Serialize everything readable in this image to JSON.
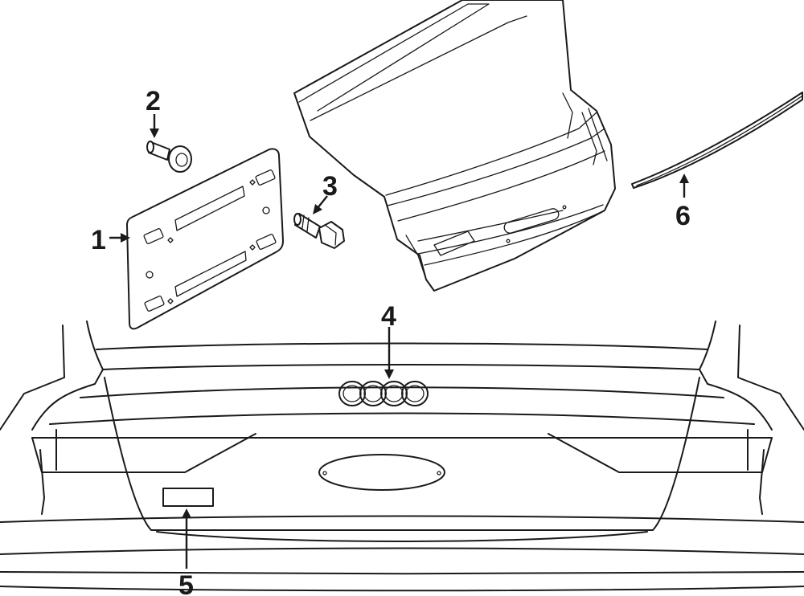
{
  "diagram": {
    "callouts": [
      {
        "id": "1",
        "label": "1",
        "part": "license-plate-bracket"
      },
      {
        "id": "2",
        "label": "2",
        "part": "bracket-screw"
      },
      {
        "id": "3",
        "label": "3",
        "part": "bracket-bolt"
      },
      {
        "id": "4",
        "label": "4",
        "part": "rings-emblem"
      },
      {
        "id": "5",
        "label": "5",
        "part": "model-badge"
      },
      {
        "id": "6",
        "label": "6",
        "part": "spoiler-trim-strip"
      }
    ],
    "colors": {
      "line": "#1a1a1a",
      "background": "#ffffff"
    }
  }
}
